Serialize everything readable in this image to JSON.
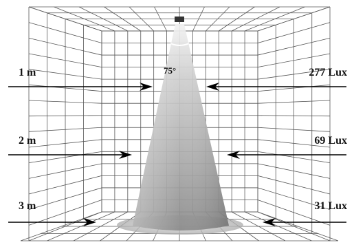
{
  "beam_angle": "75°",
  "rows": [
    {
      "distance": "1 m",
      "illuminance": "277 Lux"
    },
    {
      "distance": "2 m",
      "illuminance": "69 Lux"
    },
    {
      "distance": "3 m",
      "illuminance": "31 Lux"
    }
  ],
  "colors": {
    "grid": "#555555",
    "arrow": "#000000",
    "beam_light": "#f4f4f4",
    "beam_dark": "#7a7a7a",
    "text": "#111111"
  }
}
